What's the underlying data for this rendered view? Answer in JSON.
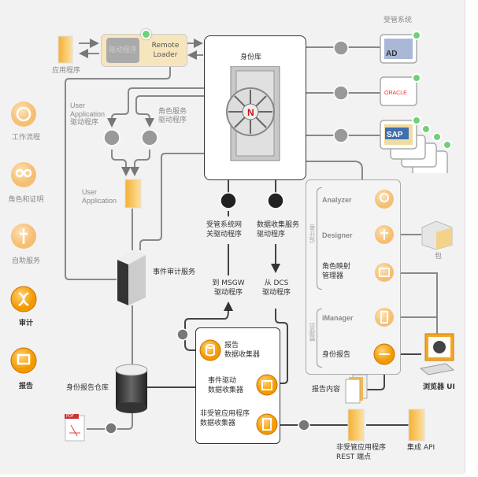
{
  "sidebar": {
    "items": [
      {
        "label": "工作流程",
        "icon": "workflow-icon",
        "active": false
      },
      {
        "label": "角色和证明",
        "icon": "roles-icon",
        "active": false
      },
      {
        "label": "自助服务",
        "icon": "self-service-icon",
        "active": false
      },
      {
        "label": "审计",
        "icon": "audit-icon",
        "active": true
      },
      {
        "label": "报告",
        "icon": "report-icon",
        "active": true
      }
    ]
  },
  "top": {
    "application_label": "应用程序",
    "driver_label": "驱动程序",
    "remote_loader_label": "Remote Loader",
    "identity_vault_label": "身份库",
    "managed_systems_label": "受管系统",
    "managed_systems": [
      "AD",
      "ORACLE",
      "SAP"
    ]
  },
  "middle": {
    "ua_driver_label": "User Application 驱动程序",
    "ua_driver_line1": "User",
    "ua_driver_line2": "Application",
    "ua_driver_line3": "驱动程序",
    "role_driver_line1": "角色服务",
    "role_driver_line2": "驱动程序",
    "user_app_line1": "User",
    "user_app_line2": "Application",
    "event_audit_label": "事件审计服务",
    "msgw_driver_line1": "受管系统网",
    "msgw_driver_line2": "关驱动程序",
    "dcs_driver_line1": "数据收集服务",
    "dcs_driver_line2": "驱动程序",
    "to_msgw_line1": "到 MSGW",
    "to_msgw_line2": "驱动程序",
    "from_dcs_line1": "从 DCS",
    "from_dcs_line2": "驱动程序"
  },
  "tools": {
    "designer_group_label": "设计者",
    "admin_group_label": "管理员",
    "items": [
      "Analyzer",
      "Designer",
      "角色映射",
      "管理器",
      "iManager",
      "身份报告"
    ],
    "package_label": "包",
    "browser_label": "浏览器 UI",
    "report_content_label": "报告内容"
  },
  "collectors": {
    "report_line1": "报告",
    "report_line2": "数据收集器",
    "event_line1": "事件驱动",
    "event_line2": "数据收集器",
    "unmanaged_line1": "非受管应用程序",
    "unmanaged_line2": "数据收集器"
  },
  "bottom": {
    "warehouse_label": "身份报告仓库",
    "pdf_label": "PDF",
    "rest_line1": "非受管应用程序",
    "rest_line2": "REST 端点",
    "api_label": "集成 API"
  },
  "colors": {
    "orange": "#f5a623",
    "faded_orange": "#f7c98a",
    "green_dot": "#6fd07a",
    "line": "#888888",
    "dark_line": "#444444"
  }
}
